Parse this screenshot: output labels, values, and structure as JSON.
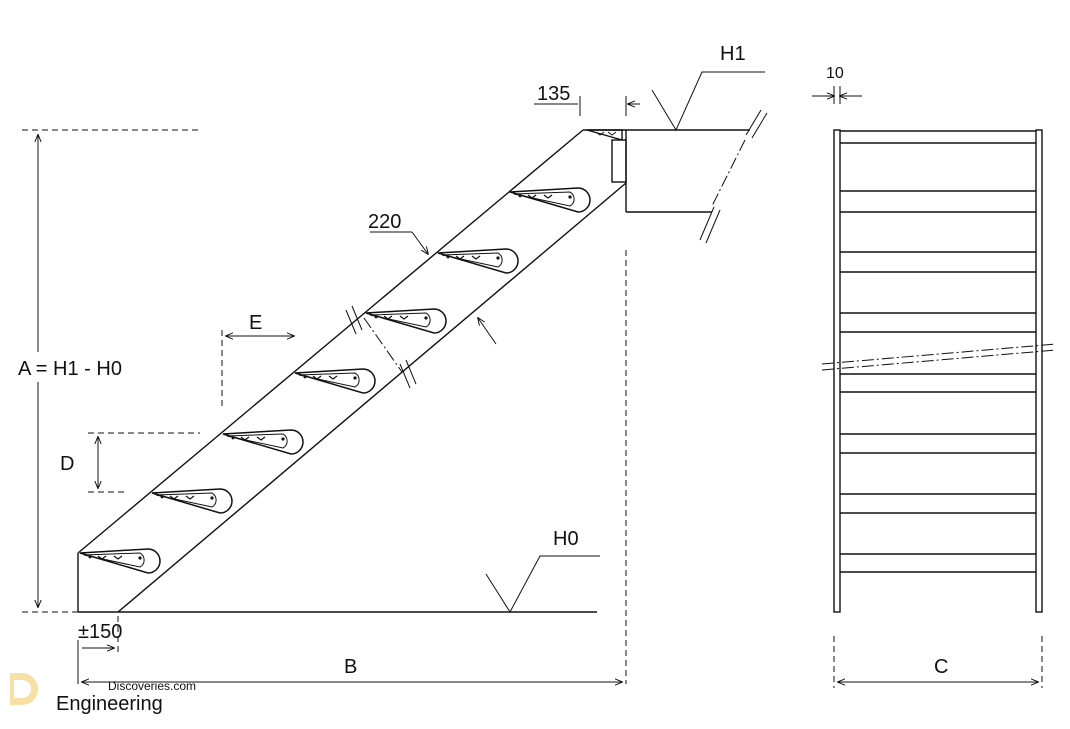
{
  "labels": {
    "h1": "H1",
    "dim_135": "135",
    "dim_10": "10",
    "dim_220": "220",
    "dim_e": "E",
    "dim_a": "A = H1 - H0",
    "dim_d": "D",
    "h0": "H0",
    "dim_150": "±150",
    "dim_b": "B",
    "dim_c": "C"
  },
  "watermark": {
    "line1": "Discoveries.com",
    "line2": "Engineering"
  },
  "colors": {
    "line": "#111111",
    "watermark": "#c8c8c8"
  }
}
